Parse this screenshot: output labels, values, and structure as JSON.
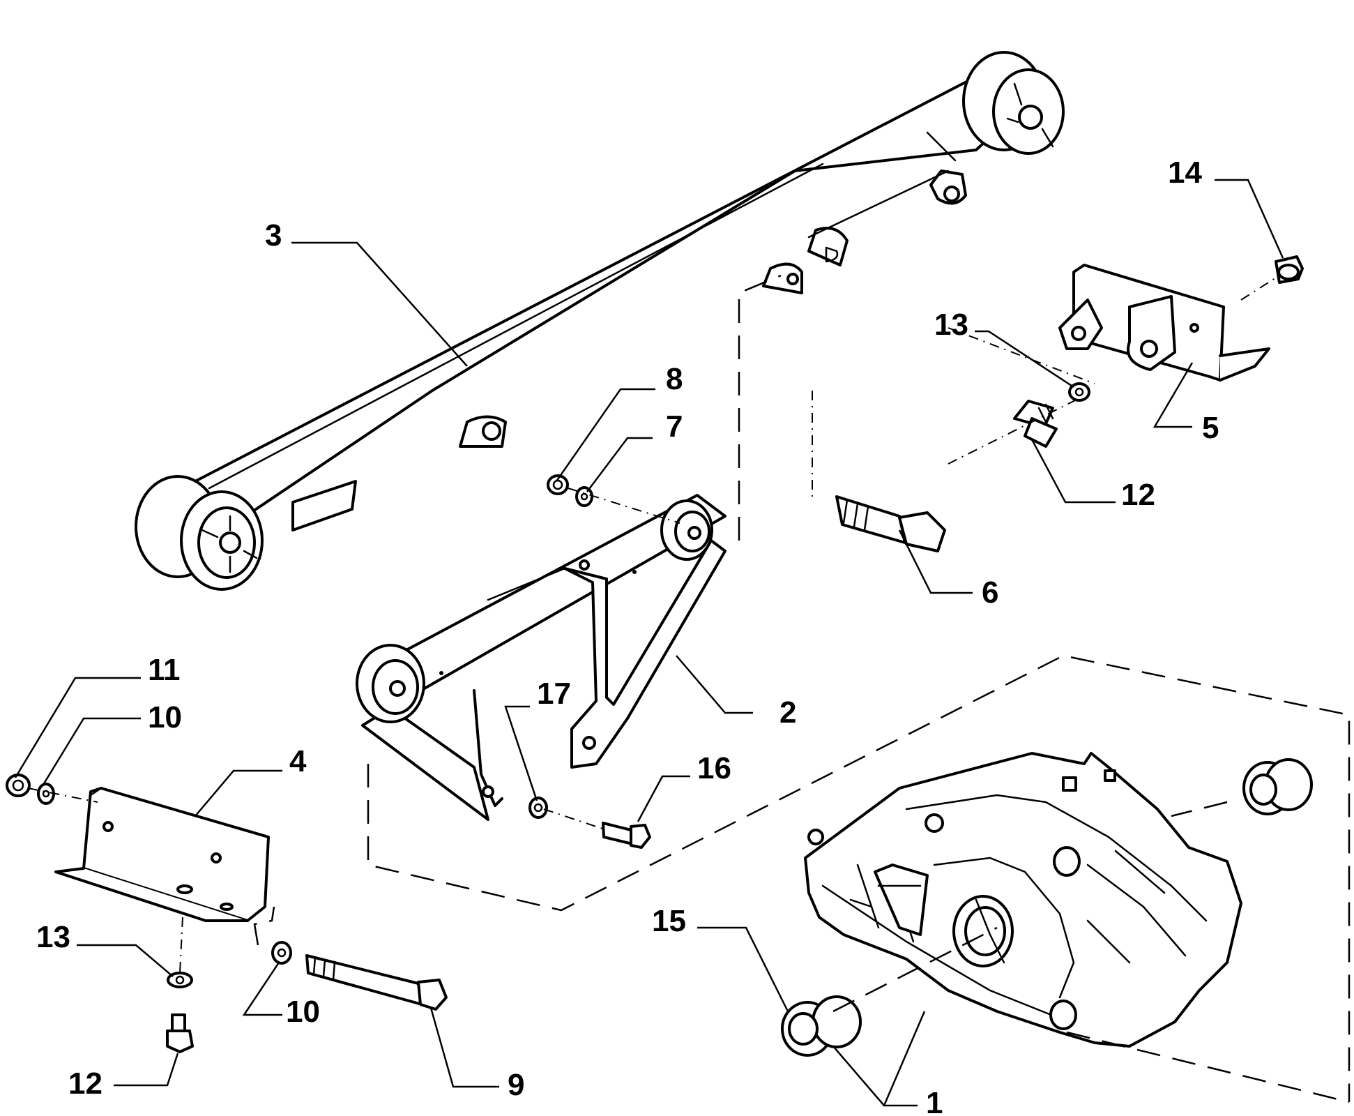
{
  "callouts": [
    {
      "id": "1",
      "label": "1"
    },
    {
      "id": "2",
      "label": "2"
    },
    {
      "id": "3",
      "label": "3"
    },
    {
      "id": "4",
      "label": "4"
    },
    {
      "id": "5",
      "label": "5"
    },
    {
      "id": "6",
      "label": "6"
    },
    {
      "id": "7",
      "label": "7"
    },
    {
      "id": "8",
      "label": "8"
    },
    {
      "id": "9",
      "label": "9"
    },
    {
      "id": "10a",
      "label": "10"
    },
    {
      "id": "10b",
      "label": "10"
    },
    {
      "id": "11",
      "label": "11"
    },
    {
      "id": "12a",
      "label": "12"
    },
    {
      "id": "12b",
      "label": "12"
    },
    {
      "id": "13a",
      "label": "13"
    },
    {
      "id": "13b",
      "label": "13"
    },
    {
      "id": "14",
      "label": "14"
    },
    {
      "id": "15",
      "label": "15"
    },
    {
      "id": "16",
      "label": "16"
    },
    {
      "id": "17",
      "label": "17"
    }
  ]
}
